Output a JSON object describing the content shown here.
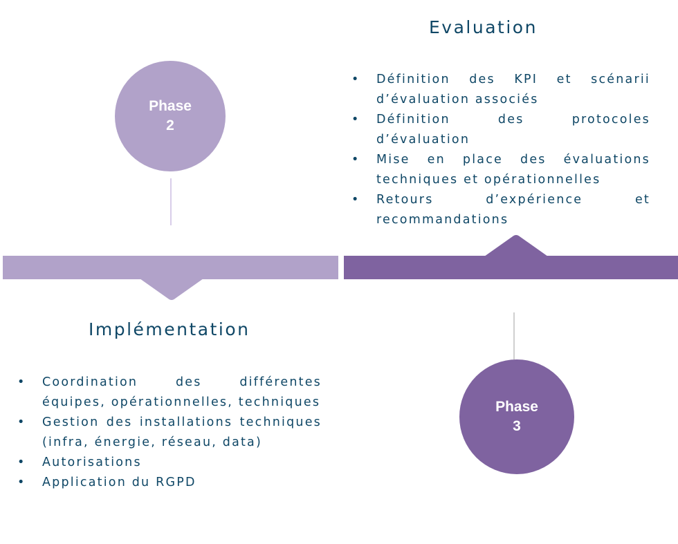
{
  "colors": {
    "phase2": "#b1a2c9",
    "phase3": "#7f63a0",
    "text": "#0f4766",
    "phase2_connector": "#d8cde9",
    "phase3_connector": "#cfcfcf"
  },
  "phase2": {
    "label_line1": "Phase",
    "label_line2": "2"
  },
  "phase3": {
    "label_line1": "Phase",
    "label_line2": "3"
  },
  "evaluation": {
    "title": "Evaluation",
    "bullet_symbol": "•",
    "items": [
      "Définition des KPI et scénarii d’évaluation associés",
      "Définition des protocoles d’évaluation",
      "Mise en place des évaluations techniques et opérationnelles",
      "Retours d’expérience et recommandations"
    ]
  },
  "implementation": {
    "title": "Implémentation",
    "bullet_symbol": "•",
    "items": [
      "Coordination des différentes équipes, opérationnelles, techniques",
      "Gestion des installations techniques (infra, énergie, réseau, data)",
      "Autorisations",
      "Application du RGPD"
    ]
  }
}
